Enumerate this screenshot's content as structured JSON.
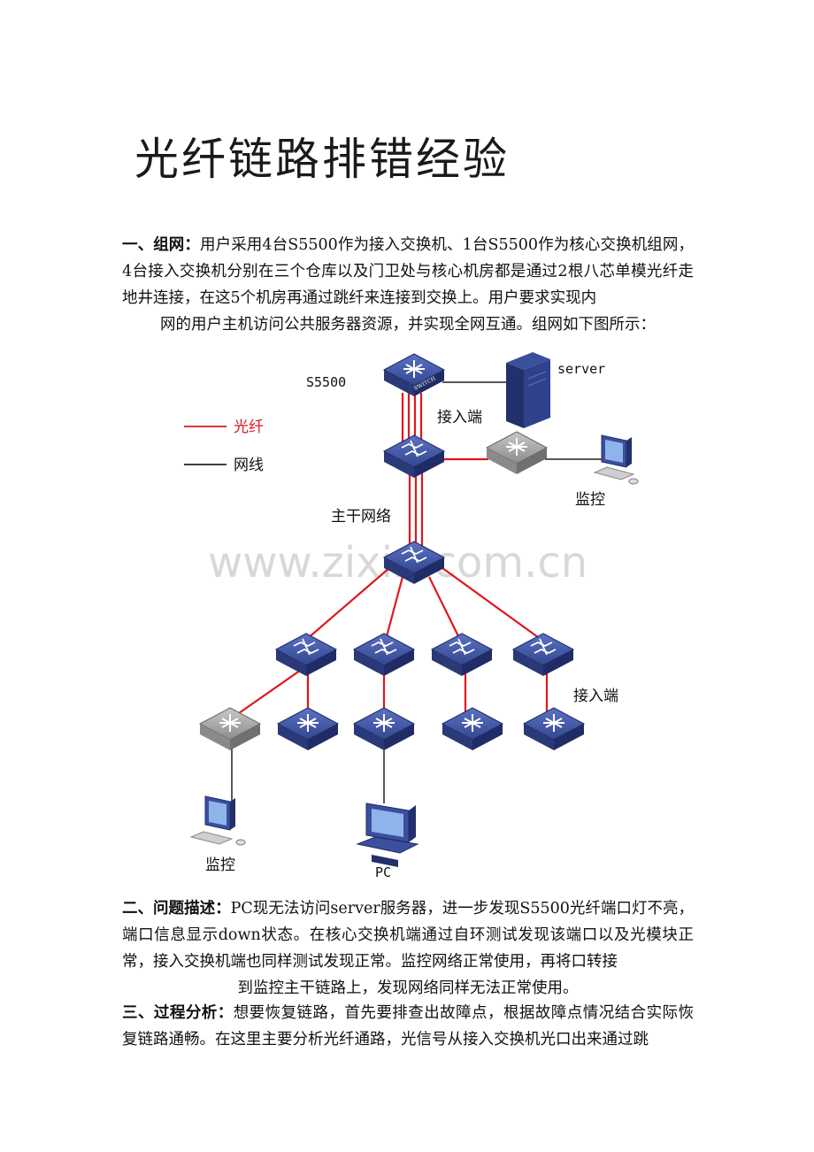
{
  "title": "光纤链路排错经验",
  "sections": [
    {
      "heading": "一、组网：",
      "body": "用户采用4台S5500作为接入交换机、1台S5500作为核心交换机组网，4台接入交换机分别在三个仓库以及门卫处与核心机房都是通过2根八芯单模光纤走地井连接，在这5个机房再通过跳纤来连接到交换上。用户要求实现内",
      "last_line": "网的用户主机访问公共服务器资源，并实现全网互通。组网如下图所示："
    },
    {
      "heading": "二、问题描述：",
      "body": "PC现无法访问server服务器，进一步发现S5500光纤端口灯不亮，端口信息显示down状态。在核心交换机端通过自环测试发现该端口以及光模块正常，接入交换机端也同样测试发现正常。监控网络正常使用，再将口转接",
      "last_line": "到监控主干链路上，发现网络同样无法正常使用。"
    },
    {
      "heading": "三、过程分析：",
      "body": "想要恢复链路，首先要排查出故障点，根据故障点情况结合实际恢复链路通畅。在这里主要分析光纤通路，光信号从接入交换机光口出来通过跳",
      "last_line": ""
    }
  ],
  "diagram": {
    "labels": {
      "switch_model": "S5500",
      "server": "server",
      "access_top": "接入端",
      "legend_fiber": "光纤",
      "legend_cable": "网线",
      "monitor_top": "监控",
      "backbone": "主干网络",
      "access_right": "接入端",
      "monitor_bottom": "监控",
      "pc": "PC"
    },
    "switch_tag": "SWITCH",
    "watermark": "www.zixin.com.cn",
    "colors": {
      "fiber": "#e0161e",
      "cable": "#222222",
      "switch_blue": "#3b4f9e",
      "switch_gray": "#9a9a9a"
    },
    "icons": [
      "core-switch-icon",
      "router-switch-icon",
      "gray-switch-icon",
      "server-icon",
      "monitor-pc-icon",
      "desktop-pc-icon"
    ]
  }
}
